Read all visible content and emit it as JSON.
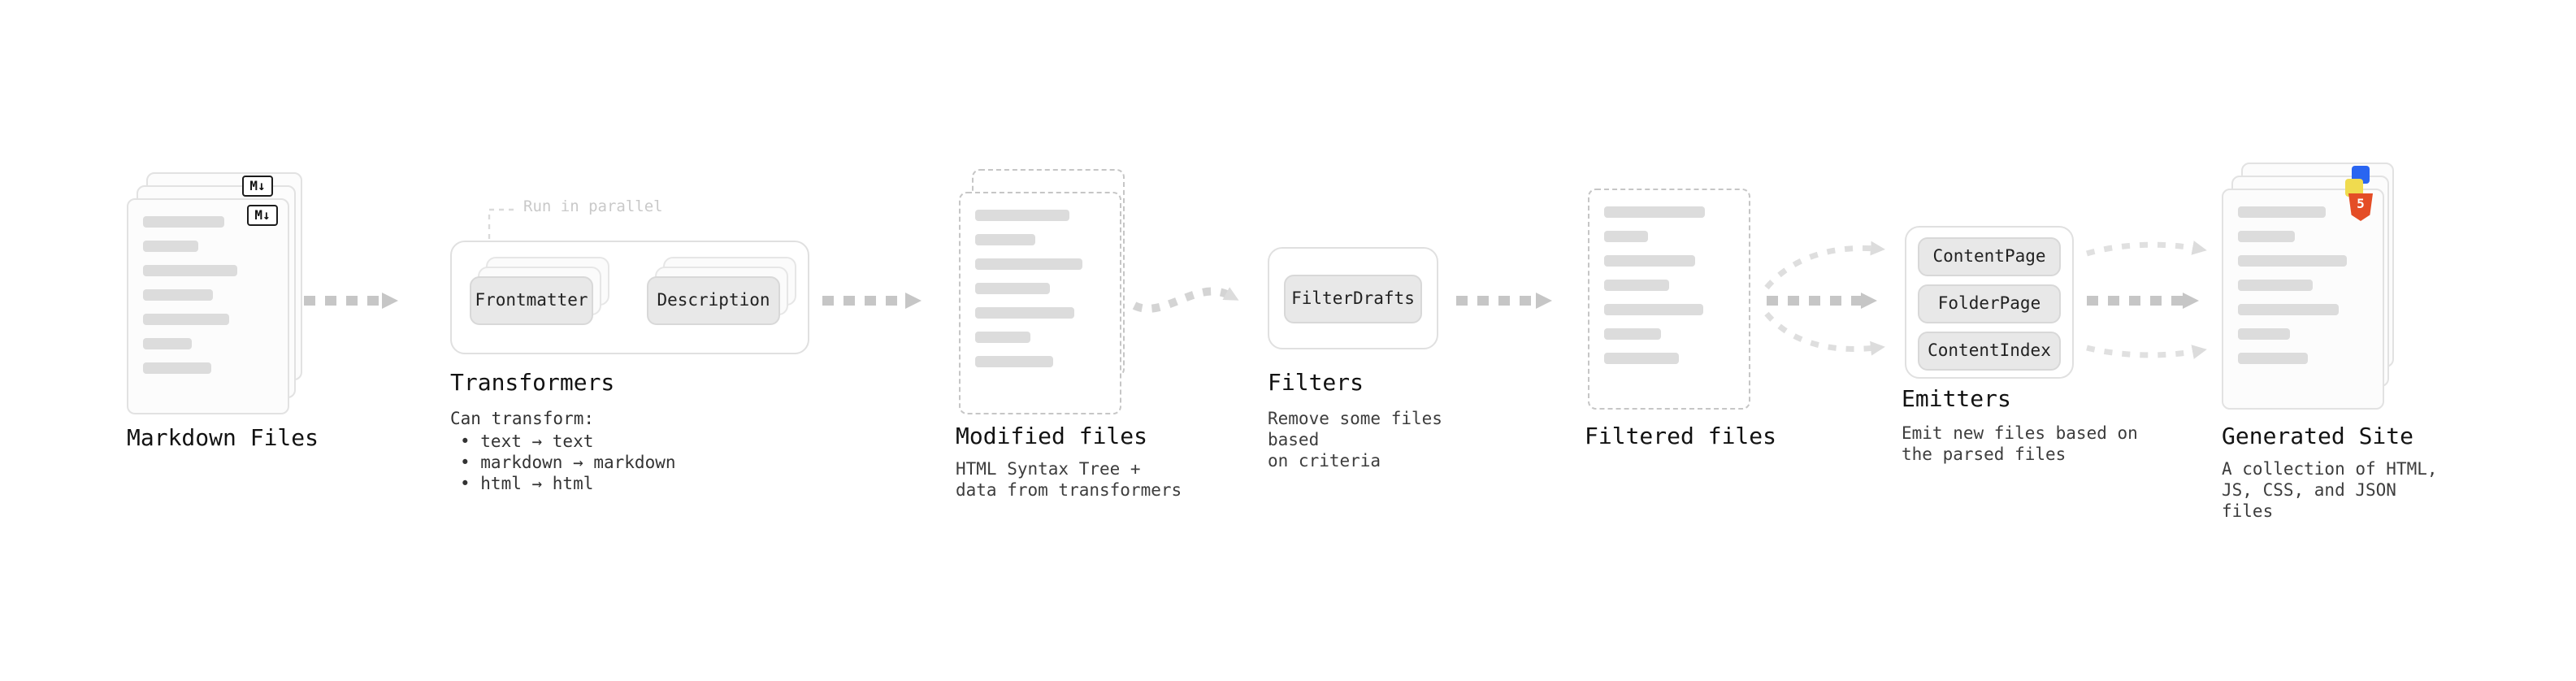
{
  "colors": {
    "arrow": "#c6c6c6",
    "arrow_light": "#dedede",
    "card_border": "#e2e2e2",
    "dashed_border": "#c6c6c6",
    "line_placeholder": "#dcdcdc",
    "node_background": "#e8e8e8",
    "html_badge": "#e44d26",
    "js_badge": "#f0db4f",
    "css_badge": "#2965f1"
  },
  "markdown_files": {
    "label": "Markdown Files",
    "badge": "M↓"
  },
  "transformers": {
    "label": "Transformers",
    "parallel_note": "Run in parallel",
    "nodes": [
      "Frontmatter",
      "Description"
    ],
    "can_transform_title": "Can transform:",
    "bullets": [
      "• text → text",
      "• markdown → markdown",
      "• html → html"
    ]
  },
  "modified_files": {
    "label": "Modified files",
    "description": "HTML Syntax Tree +\ndata from transformers"
  },
  "filters": {
    "label": "Filters",
    "nodes": [
      "FilterDrafts"
    ],
    "description": "Remove some files based\non criteria"
  },
  "filtered_files": {
    "label": "Filtered files"
  },
  "emitters": {
    "label": "Emitters",
    "nodes": [
      "ContentPage",
      "FolderPage",
      "ContentIndex"
    ],
    "description": "Emit new files based on\nthe parsed files"
  },
  "generated_site": {
    "label": "Generated Site",
    "html_badge": "5",
    "description": "A collection of HTML,\nJS, CSS, and JSON files"
  }
}
